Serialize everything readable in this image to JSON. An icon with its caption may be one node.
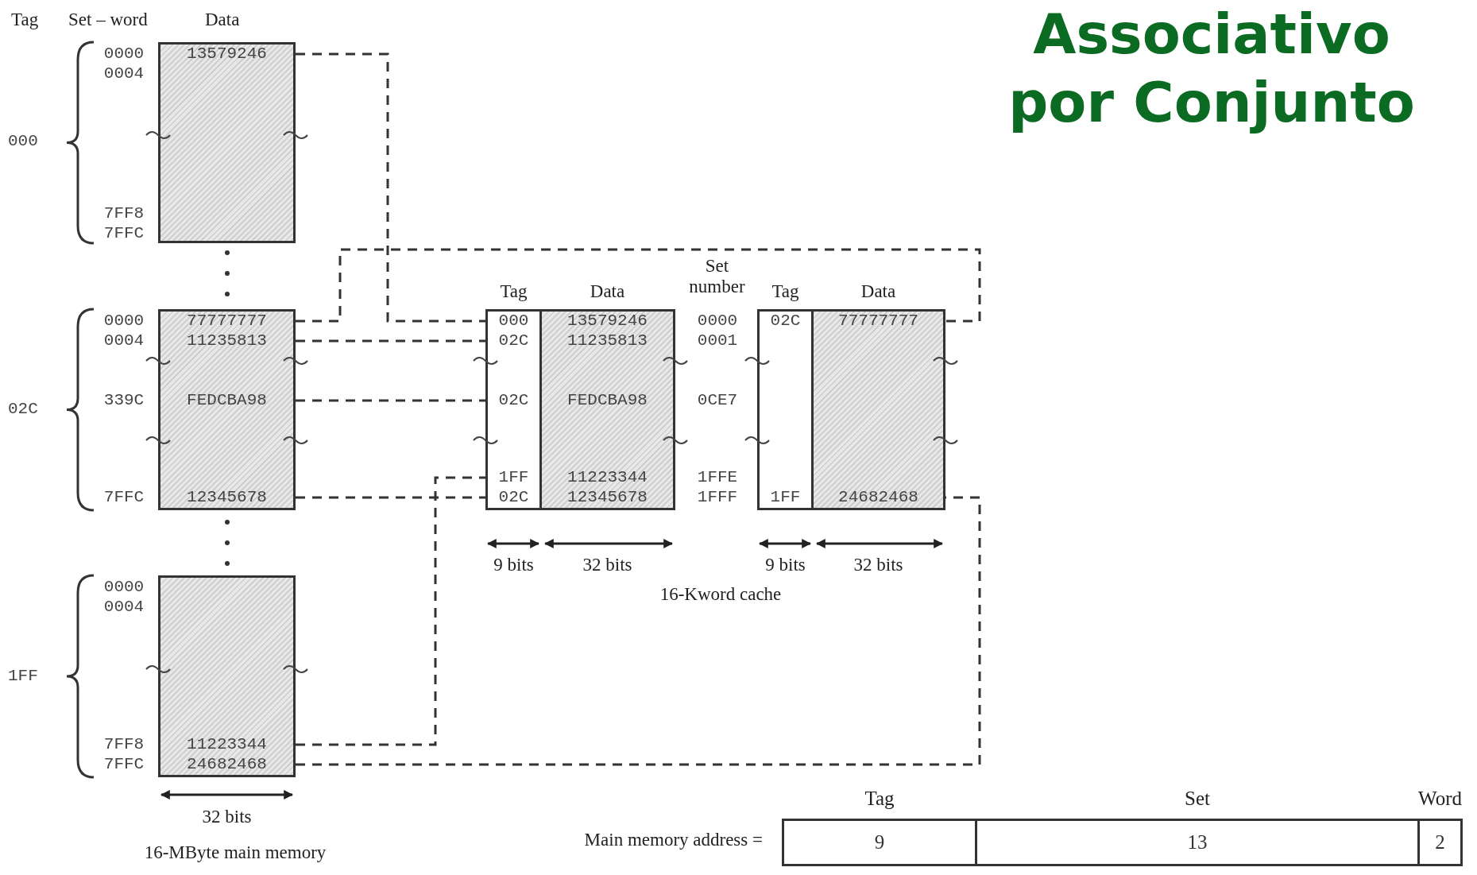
{
  "diagram": {
    "title": "Associativo por Conjunto",
    "nodes": [
      {
        "text": [],
        "shape": "box"
      },
      {
        "text": [
          "13579246"
        ],
        "in": 0
      },
      {
        "text": [],
        "shape": "box"
      },
      {
        "text": [
          "77777777"
        ],
        "in": 2
      },
      {
        "text": [
          "11235813"
        ],
        "in": 2
      },
      {
        "text": [
          "FEDCBA98"
        ],
        "in": 2
      },
      {
        "text": [
          "12345678"
        ],
        "in": 2
      },
      {
        "text": [],
        "shape": "box"
      },
      {
        "text": [
          "11223344"
        ],
        "in": 7
      },
      {
        "text": [
          "24682468"
        ],
        "in": 7
      },
      {
        "text": [
          "Tag"
        ]
      },
      {
        "text": [
          "000"
        ],
        "in": 10
      },
      {
        "text": [
          "02C"
        ],
        "in": 10
      },
      {
        "text": [
          "02C"
        ],
        "in": 10
      },
      {
        "text": [
          "1FF"
        ],
        "in": 10
      },
      {
        "text": [
          "02C"
        ],
        "in": 10
      },
      {
        "text": [
          "Data"
        ]
      },
      {
        "text": [
          "13579246"
        ],
        "in": 16
      },
      {
        "text": [
          "11235813"
        ],
        "in": 16
      },
      {
        "text": [
          "FEDCBA98"
        ],
        "in": 16
      },
      {
        "text": [
          "11223344"
        ],
        "in": 16
      },
      {
        "text": [
          "12345678"
        ],
        "in": 16
      },
      {
        "text": [
          "Tag"
        ]
      },
      {
        "text": [
          "02C"
        ],
        "in": 22
      },
      {
        "text": [
          "1FF"
        ],
        "in": 22
      },
      {
        "text": [
          "Data"
        ]
      },
      {
        "text": [
          "77777777"
        ],
        "in": 25
      },
      {
        "text": [
          "24682468"
        ],
        "in": 25
      },
      {
        "text": [
          "Tag",
          "9"
        ]
      },
      {
        "text": [
          "Set",
          "13"
        ]
      },
      {
        "text": [
          "Word",
          "2"
        ]
      }
    ],
    "edges": [
      {
        "from": 1,
        "to": 11,
        "arrow": "none",
        "style": "dashed"
      },
      {
        "from": 3,
        "to": 26,
        "arrow": "none",
        "style": "dashed"
      },
      {
        "from": 4,
        "to": 12,
        "arrow": "none",
        "style": "dashed"
      },
      {
        "from": 5,
        "to": 13,
        "arrow": "none",
        "style": "dashed"
      },
      {
        "from": 6,
        "to": 15,
        "arrow": "none",
        "style": "dashed"
      },
      {
        "from": 8,
        "to": 14,
        "arrow": "none",
        "style": "dashed"
      },
      {
        "from": 9,
        "to": 27,
        "arrow": "none",
        "style": "dashed"
      }
    ],
    "labels": [
      "Tag",
      "Set – word",
      "Data",
      "000",
      "0000",
      "0004",
      "7FF8",
      "7FFC",
      "02C",
      "0000",
      "0004",
      "339C",
      "7FFC",
      "1FF",
      "0000",
      "0004",
      "7FF8",
      "7FFC",
      "Set number",
      "0000",
      "0001",
      "0CE7",
      "1FFE",
      "1FFF",
      "9 bits",
      "32 bits",
      "9 bits",
      "32 bits",
      "16-Kword cache",
      "32 bits",
      "16-MByte main memory",
      "Main memory address ="
    ]
  }
}
